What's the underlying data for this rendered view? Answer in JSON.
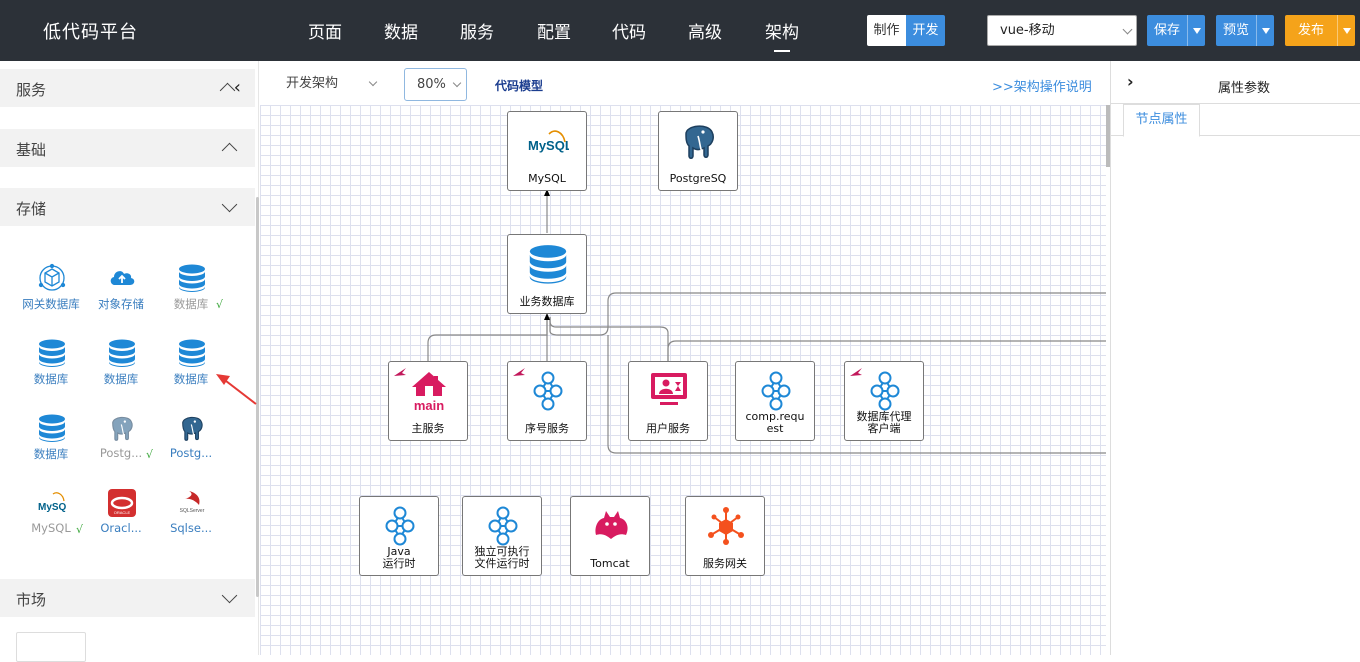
{
  "header": {
    "app_title": "低代码平台",
    "nav": [
      "页面",
      "数据",
      "服务",
      "配置",
      "代码",
      "高级",
      "架构"
    ],
    "active_nav": "架构",
    "mode_make": "制作",
    "mode_dev": "开发",
    "app_select_value": "vue-移动",
    "save_label": "保存",
    "preview_label": "预览",
    "publish_label": "发布"
  },
  "sidebar": {
    "sections": {
      "service": "服务",
      "basic": "基础",
      "storage": "存储",
      "market": "市场"
    },
    "storage_items": [
      {
        "label": "网关数据库",
        "icon": "gateway-database-icon"
      },
      {
        "label": "对象存储",
        "icon": "cloud-upload-icon"
      },
      {
        "label": "数据库",
        "icon": "database-icon",
        "checked": true
      },
      {
        "label": "数据库",
        "icon": "database-icon"
      },
      {
        "label": "数据库",
        "icon": "database-icon"
      },
      {
        "label": "数据库",
        "icon": "database-icon"
      },
      {
        "label": "数据库",
        "icon": "database-icon"
      },
      {
        "label": "Postg...",
        "icon": "postgresql-icon",
        "checked": true
      },
      {
        "label": "Postg...",
        "icon": "postgresql-icon"
      },
      {
        "label": "MySQL",
        "icon": "mysql-icon",
        "checked": true
      },
      {
        "label": "Oracl...",
        "icon": "oracle-icon"
      },
      {
        "label": "Sqlse...",
        "icon": "sqlserver-icon"
      }
    ]
  },
  "toolbar": {
    "arch_mode": "开发架构",
    "zoom": "80%",
    "code_model": "代码模型",
    "help_link": ">>架构操作说明"
  },
  "canvas": {
    "nodes": {
      "mysql": "MySQL",
      "postgres": "PostgreSQ",
      "bizdb": "业务数据库",
      "main_service": "主服务",
      "seq_service": "序号服务",
      "user_service": "用户服务",
      "comp_request": "comp.requ est",
      "db_proxy": "数据库代理 客户端",
      "java_runtime": "Java 运行时",
      "exe_runtime": "独立可执行 文件运行时",
      "tomcat": "Tomcat",
      "gateway": "服务网关"
    },
    "icon_text": {
      "mysql": "MySQL",
      "main": "main",
      "sqlserver": "SQLServer",
      "oracle": "ORACLE"
    }
  },
  "right_panel": {
    "title": "属性参数",
    "tab": "节点属性"
  },
  "colors": {
    "topbar": "#2c3138",
    "primary": "#3c8dde",
    "publish": "#f5a31a",
    "icon_blue": "#1e88d6",
    "icon_pink": "#d81b60"
  }
}
